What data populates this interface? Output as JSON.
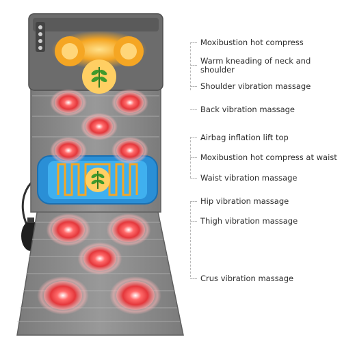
{
  "labels": [
    "Moxibustion hot compress",
    "Warm kneading of neck and shoulder",
    "Shoulder vibration massage",
    "Back vibration massage",
    "Airbag inflation lift top",
    "Moxibustion hot compress at waist",
    "Waist vibration massage",
    "Hip vibration massage",
    "Thigh vibration massage",
    "Crus vibration massage"
  ],
  "colors": {
    "mat": "#8a8a8a",
    "mat_stripe": "#9c9c9c",
    "pillow": "#6f6f6f",
    "massage_node": "#e4373b",
    "heat_glow": "#f5a623",
    "waist_pad": "#2a8fd6",
    "leaf": "#3f9a2c"
  },
  "icons": [
    "herb-leaf-icon",
    "control-button-icon"
  ]
}
